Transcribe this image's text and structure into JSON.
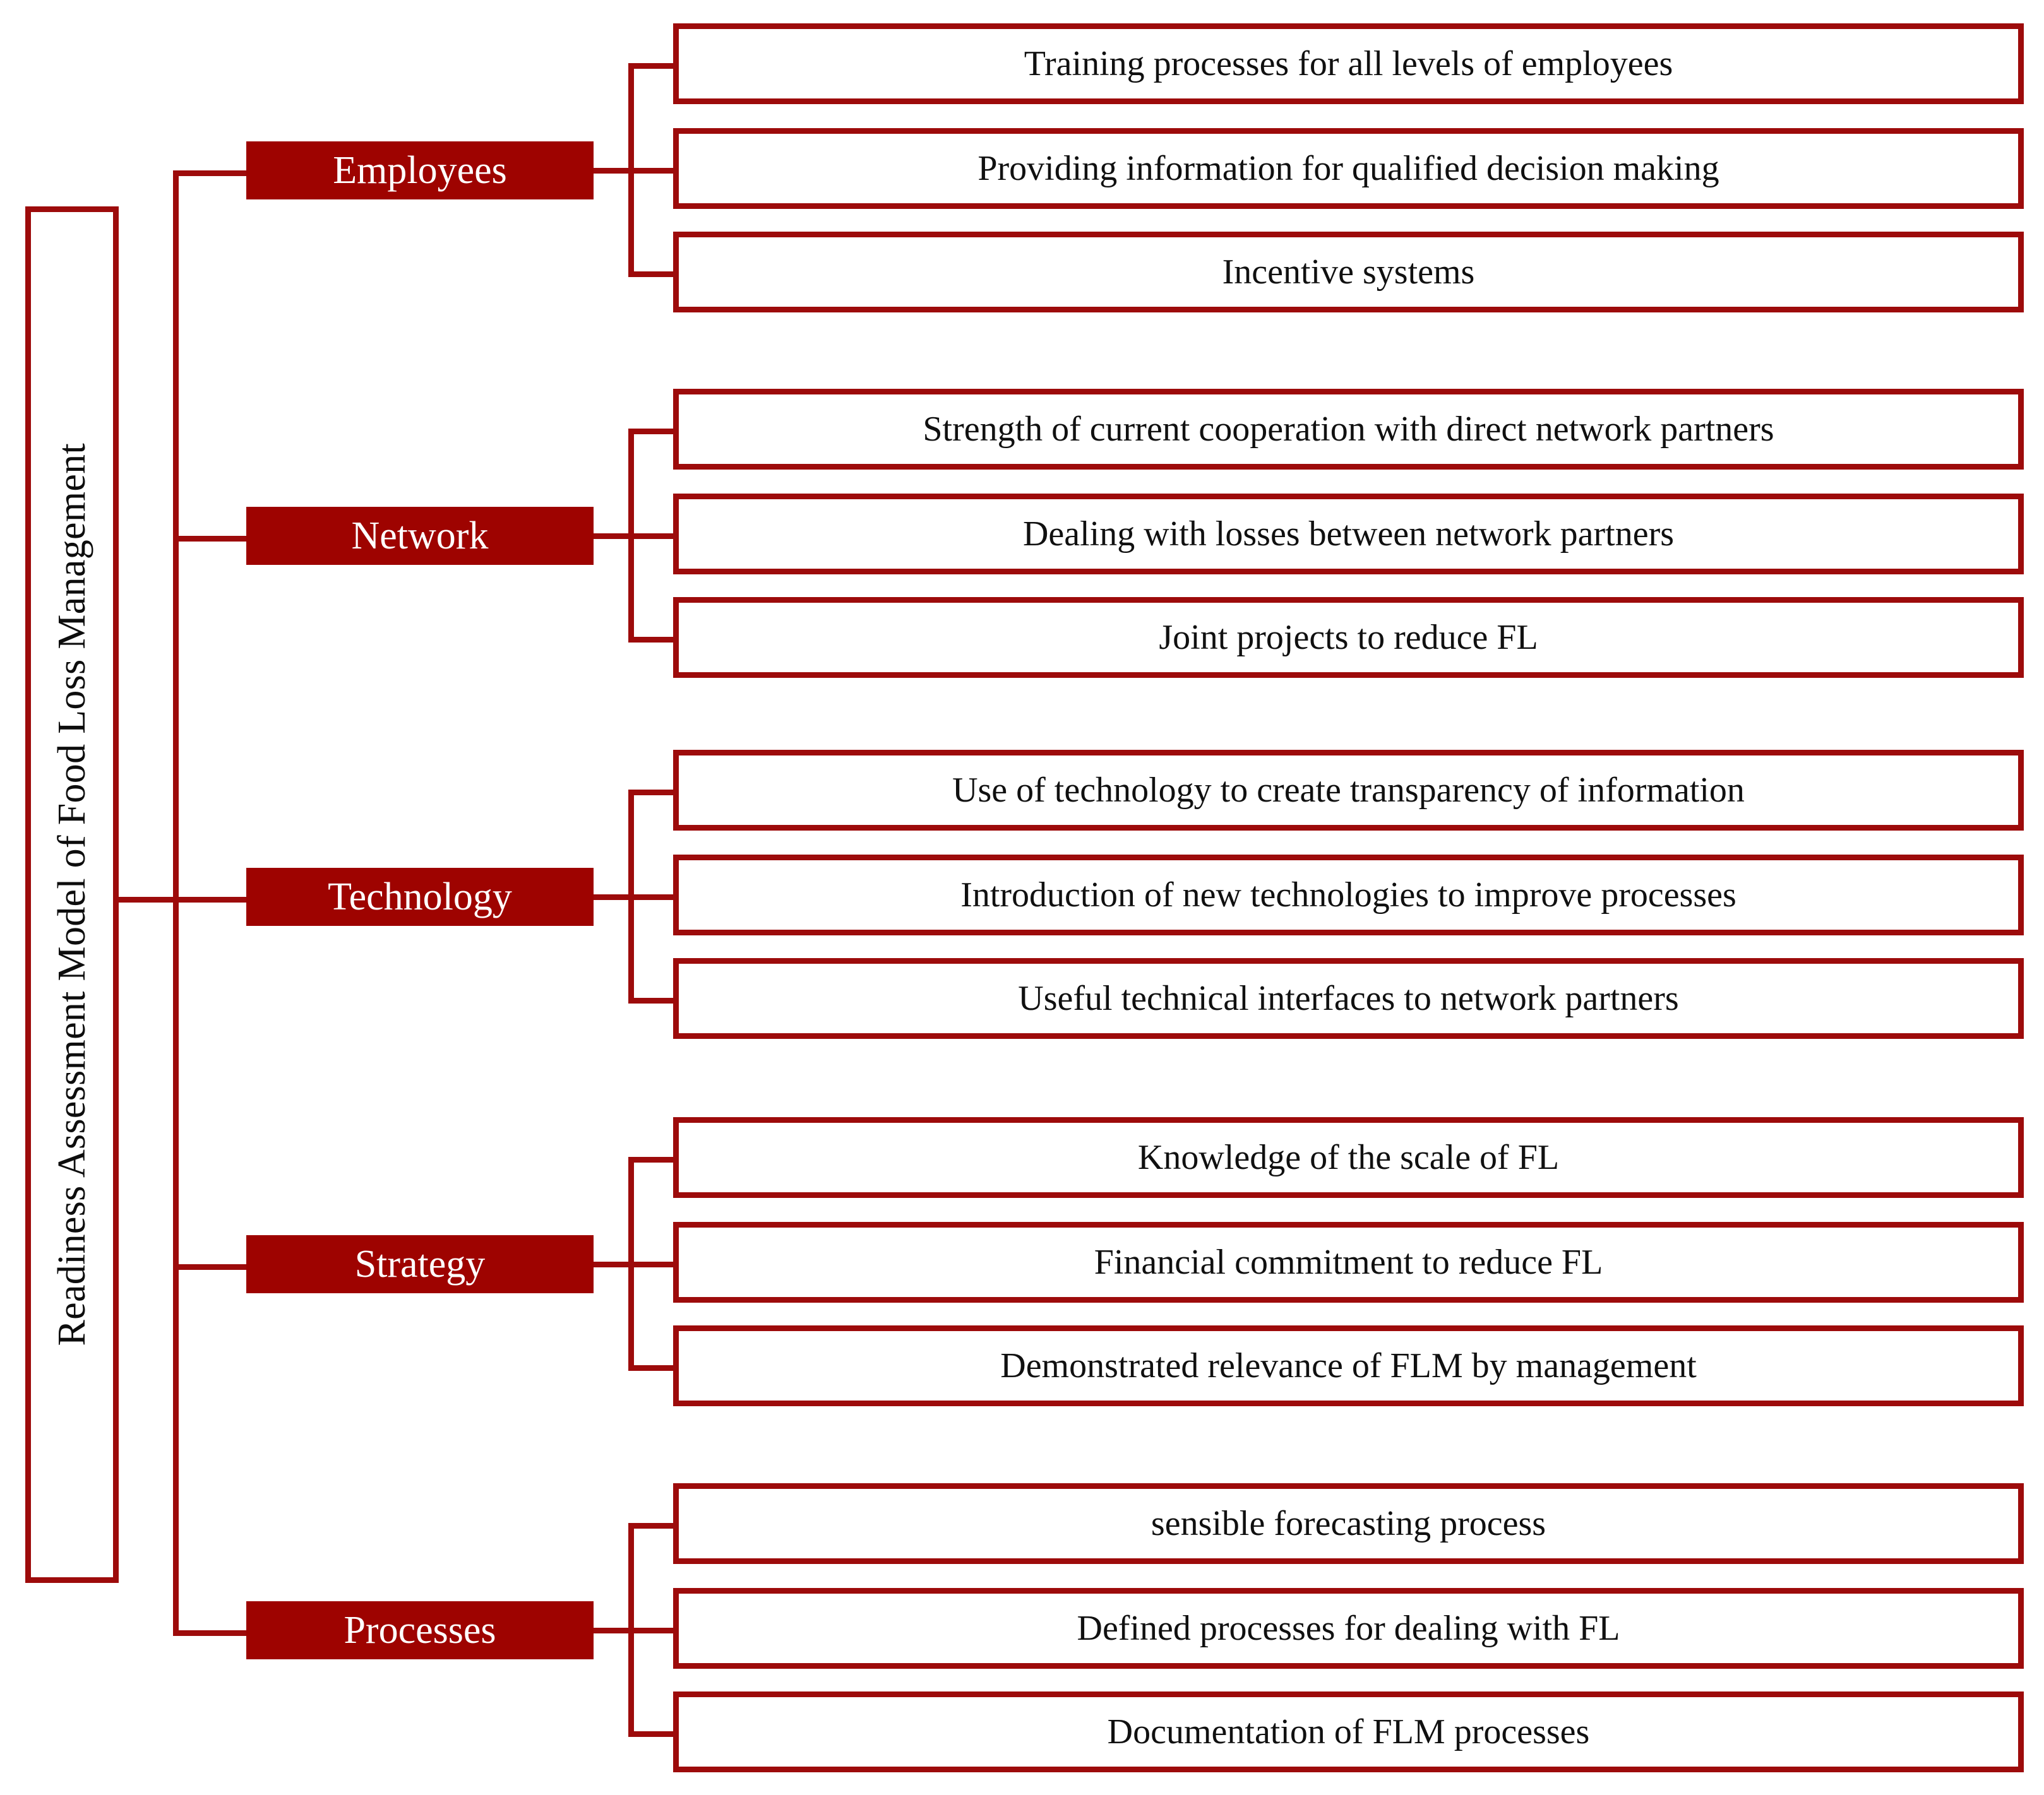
{
  "diagram": {
    "title": "Readiness Assessment Model of Food Loss Management",
    "colors": {
      "node_fill": "#9E0300",
      "line": "#9D0B0B",
      "node_text": "#FFFFFF",
      "leaf_text": "#101010",
      "background": "#FFFFFF"
    },
    "categories": [
      {
        "label": "Employees",
        "items": [
          "Training processes for all levels of employees",
          "Providing information for qualified decision making",
          "Incentive systems"
        ]
      },
      {
        "label": "Network",
        "items": [
          "Strength of current cooperation with direct network partners",
          "Dealing with losses between network partners",
          "Joint projects to reduce FL"
        ]
      },
      {
        "label": "Technology",
        "items": [
          "Use of technology to create transparency of information",
          "Introduction of new technologies to improve processes",
          "Useful technical interfaces to network partners"
        ]
      },
      {
        "label": "Strategy",
        "items": [
          "Knowledge of the scale of FL",
          "Financial commitment to reduce FL",
          "Demonstrated relevance of FLM by management"
        ]
      },
      {
        "label": "Processes",
        "items": [
          "sensible forecasting process",
          "Documentation of FLM processes",
          "Defined processes for dealing with FL"
        ]
      }
    ]
  }
}
